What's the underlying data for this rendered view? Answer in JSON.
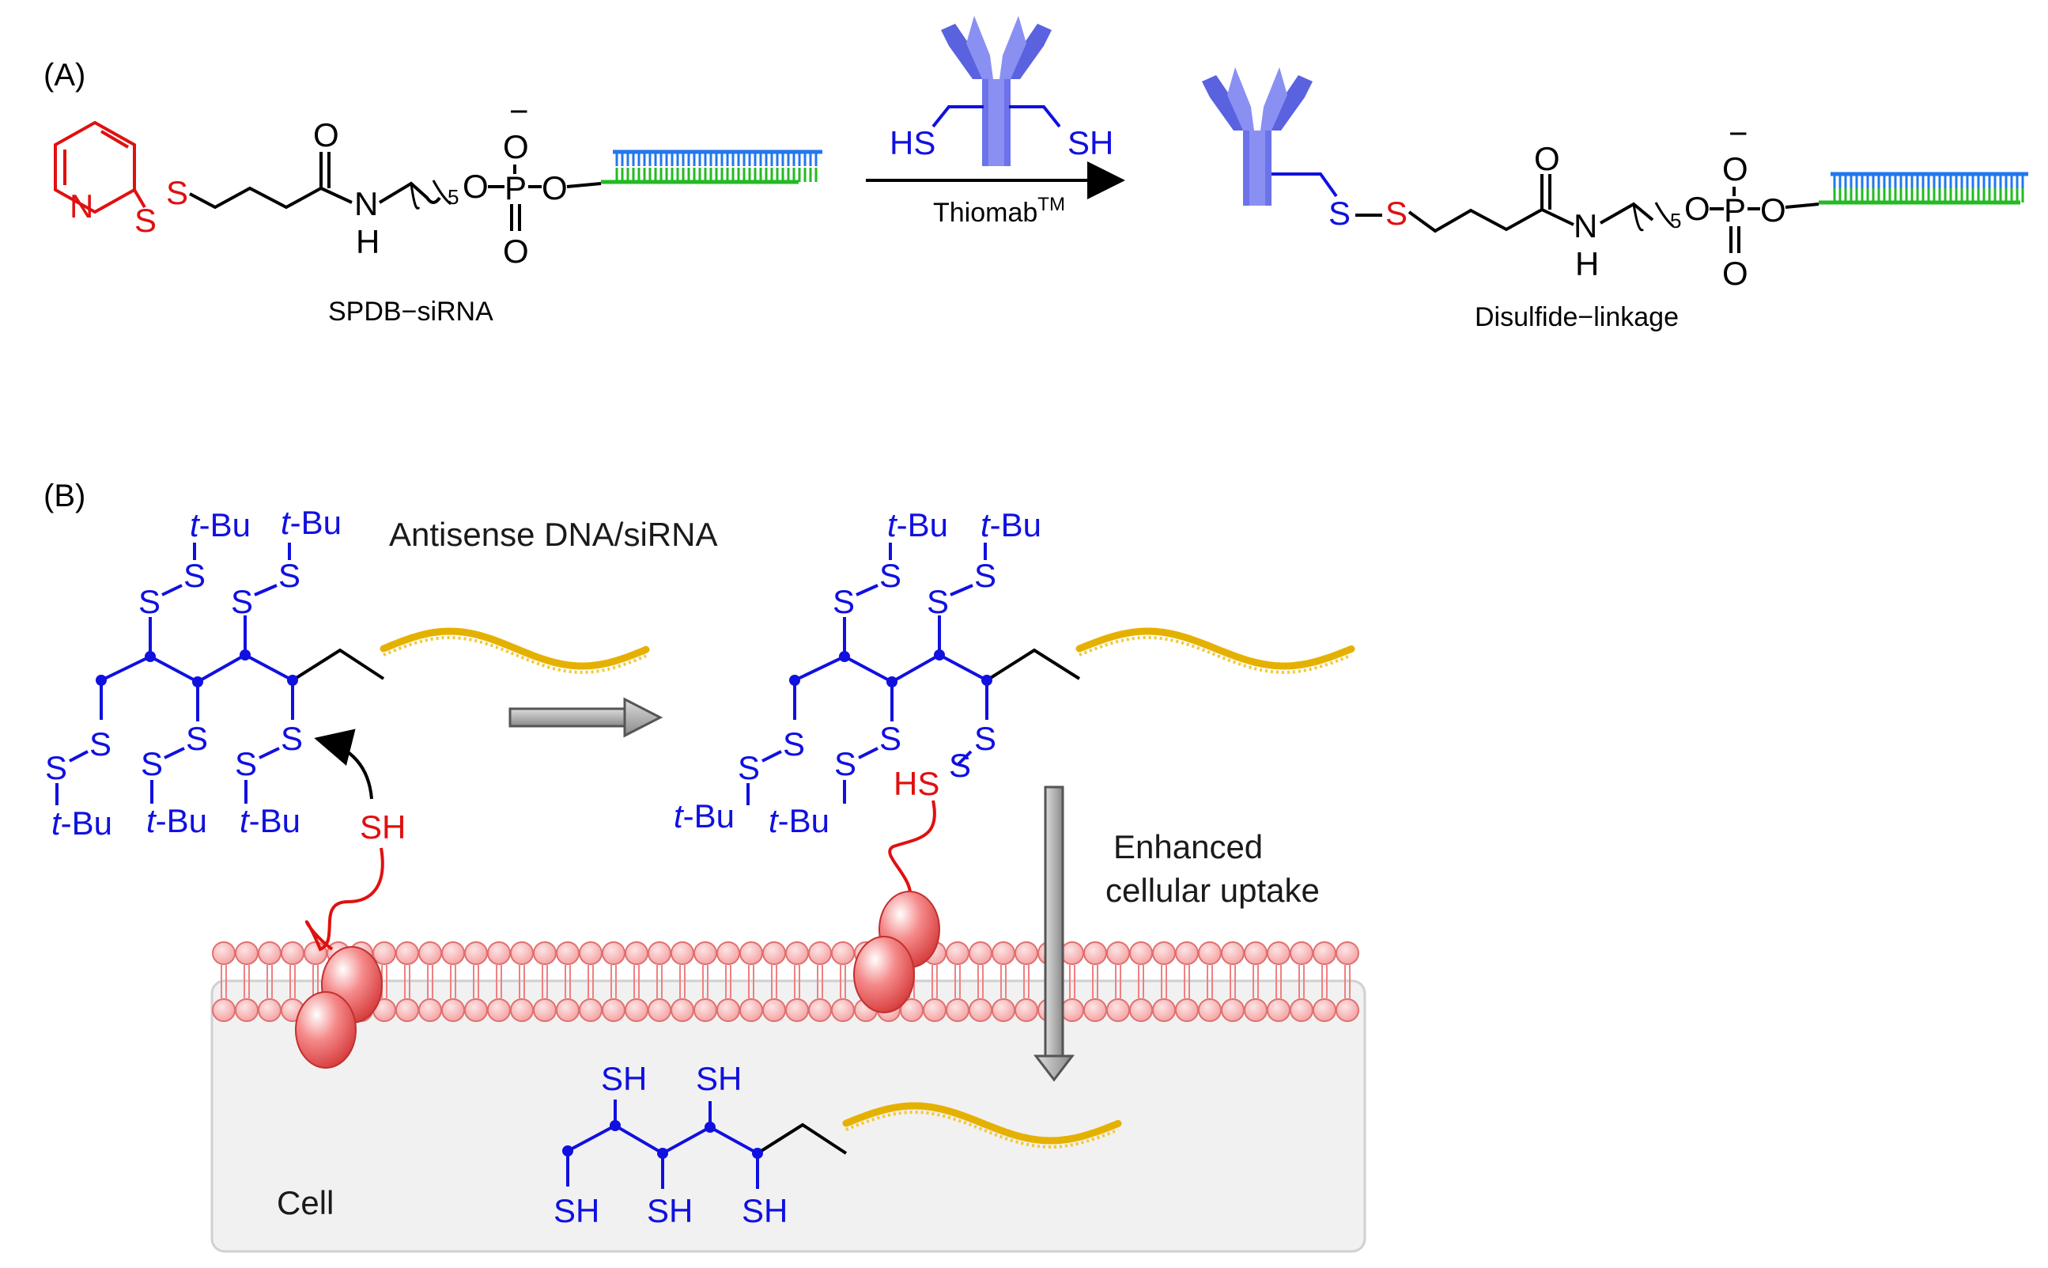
{
  "colors": {
    "blue": "#1010e0",
    "red": "#e01010",
    "gold": "#e5b100",
    "antibody": "#7479ee",
    "lipid": "#f4a0a0",
    "cell_bg": "#f1f1f1",
    "siRNA_top": "#2277ee",
    "siRNA_bottom": "#22bb22"
  },
  "panelA": {
    "label": "(A)",
    "reagent_label": "SPDB−siRNA",
    "arrow_label": "Thiomab",
    "arrow_label_sup": "TM",
    "product_label": "Disulfide−linkage",
    "atoms": {
      "N": "N",
      "S": "S",
      "O": "O",
      "H": "H",
      "P": "P",
      "HS": "HS",
      "SH": "SH",
      "minus": "−",
      "subscript": "5"
    }
  },
  "panelB": {
    "label": "(B)",
    "title": "Antisense DNA/siRNA",
    "tbu_italic": "t",
    "tbu_rest": "-Bu",
    "uptake_line1": "Enhanced",
    "uptake_line2": "cellular uptake",
    "cell_label": "Cell"
  },
  "icons": [
    "antibody-icon",
    "membrane-protein-icon",
    "lipid-bilayer",
    "oligo-strand-icon",
    "reaction-arrow",
    "block-arrow"
  ]
}
